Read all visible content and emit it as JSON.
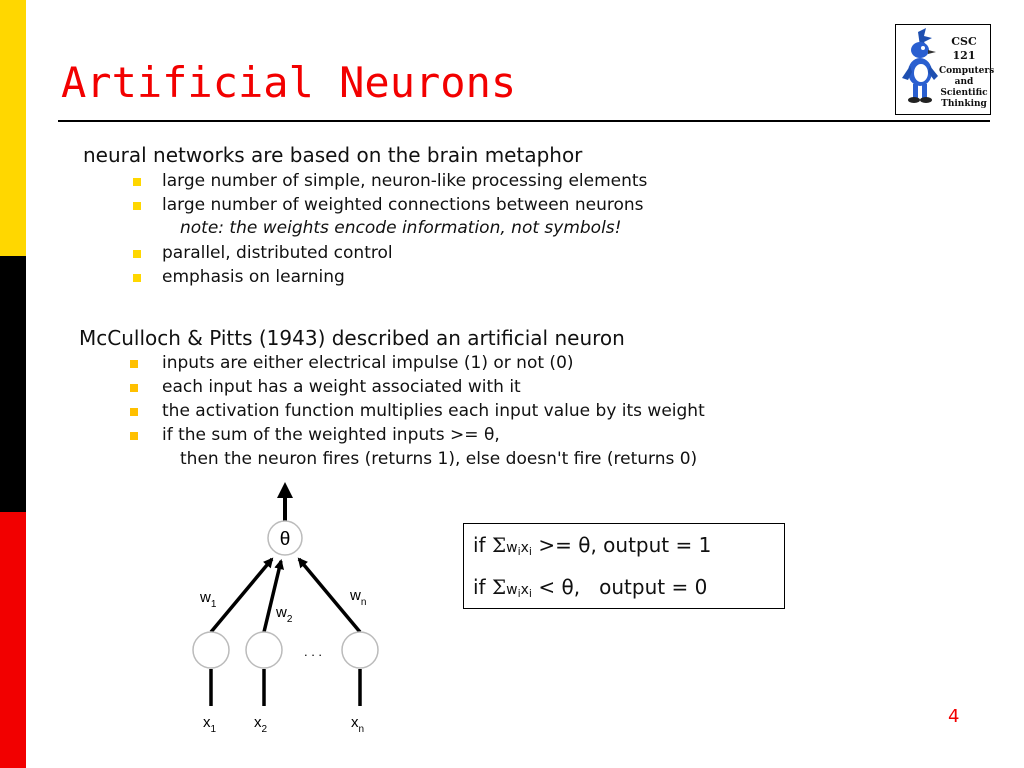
{
  "slide": {
    "title": "Artificial Neurons",
    "page_number": "4"
  },
  "logo": {
    "code": "CSC 121",
    "line1": "Computers",
    "line2": "and",
    "line3": "Scientific",
    "line4": "Thinking"
  },
  "section1": {
    "heading": "neural networks are based on the brain metaphor",
    "bullets": [
      "large number of simple, neuron-like processing elements",
      "large number of weighted connections between neurons"
    ],
    "note": "note: the weights encode information, not symbols!",
    "bullets2": [
      "parallel, distributed control",
      "emphasis on learning"
    ]
  },
  "section2": {
    "heading": "McCulloch & Pitts (1943) described an artificial neuron",
    "bullets": [
      "inputs are either electrical impulse (1) or not (0)",
      "each input has a weight associated with it",
      "the activation function multiplies each input value by its weight",
      "if the sum of the weighted inputs >= θ,"
    ],
    "continuation": "then the neuron fires (returns 1), else doesn't fire (returns 0)"
  },
  "diagram": {
    "theta": "θ",
    "w1": "w",
    "w1_sub": "1",
    "w2": "w",
    "w2_sub": "2",
    "wn": "w",
    "wn_sub": "n",
    "dots": ". . .",
    "x1": "x",
    "x1_sub": "1",
    "x2": "x",
    "x2_sub": "2",
    "xn": "x",
    "xn_sub": "n"
  },
  "formula": {
    "line1": {
      "if": "if",
      "sigma": "Σ",
      "w": "w",
      "w_sub": "i",
      "x": "x",
      "x_sub": "i",
      "rest": ">= θ, output = 1"
    },
    "line2": {
      "if": "if",
      "sigma": "Σ",
      "w": "w",
      "w_sub": "i",
      "x": "x",
      "x_sub": "i",
      "rest": "< θ,   output = 0"
    }
  },
  "colors": {
    "title_red": "#F20000",
    "stripe_yellow": "#FFD700",
    "stripe_black": "#000000",
    "stripe_red": "#F20000",
    "bullet_yellow": "#FFD700"
  }
}
